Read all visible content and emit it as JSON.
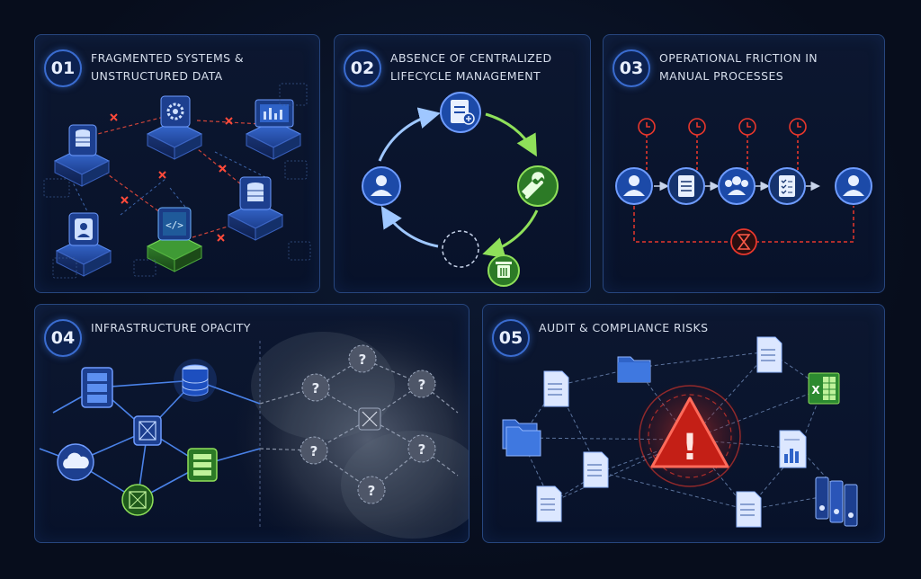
{
  "panels": [
    {
      "number": "01",
      "title": "FRAGMENTED SYSTEMS &\nUNSTRUCTURED DATA"
    },
    {
      "number": "02",
      "title": "ABSENCE OF CENTRALIZED\nLIFECYCLE MANAGEMENT"
    },
    {
      "number": "03",
      "title": "OPERATIONAL FRICTION IN\nMANUAL PROCESSES"
    },
    {
      "number": "04",
      "title": "INFRASTRUCTURE OPACITY"
    },
    {
      "number": "05",
      "title": "AUDIT & COMPLIANCE RISKS"
    }
  ],
  "colors": {
    "accent_blue": "#3a7bff",
    "alert_red": "#e8372c",
    "success_green": "#5fc23a",
    "panel_border": "#27467e"
  },
  "icons": {
    "p1": [
      "database-icon",
      "gear-icon",
      "dashboard-icon",
      "user-icon",
      "code-icon",
      "broken-link-icon"
    ],
    "p2": [
      "document-icon",
      "wrench-icon",
      "trash-icon",
      "user-icon"
    ],
    "p3": [
      "clock-icon",
      "user-icon",
      "document-icon",
      "team-icon",
      "checklist-icon",
      "hourglass-icon"
    ],
    "p4": [
      "server-icon",
      "database-icon",
      "cloud-icon",
      "network-icon",
      "question-icon"
    ],
    "p5": [
      "warning-icon",
      "folder-icon",
      "document-icon",
      "spreadsheet-icon",
      "chart-icon",
      "binder-icon"
    ]
  },
  "labels": {
    "question_mark": "?",
    "warning_mark": "!",
    "code_glyph": "</>",
    "excel_glyph": "X"
  }
}
